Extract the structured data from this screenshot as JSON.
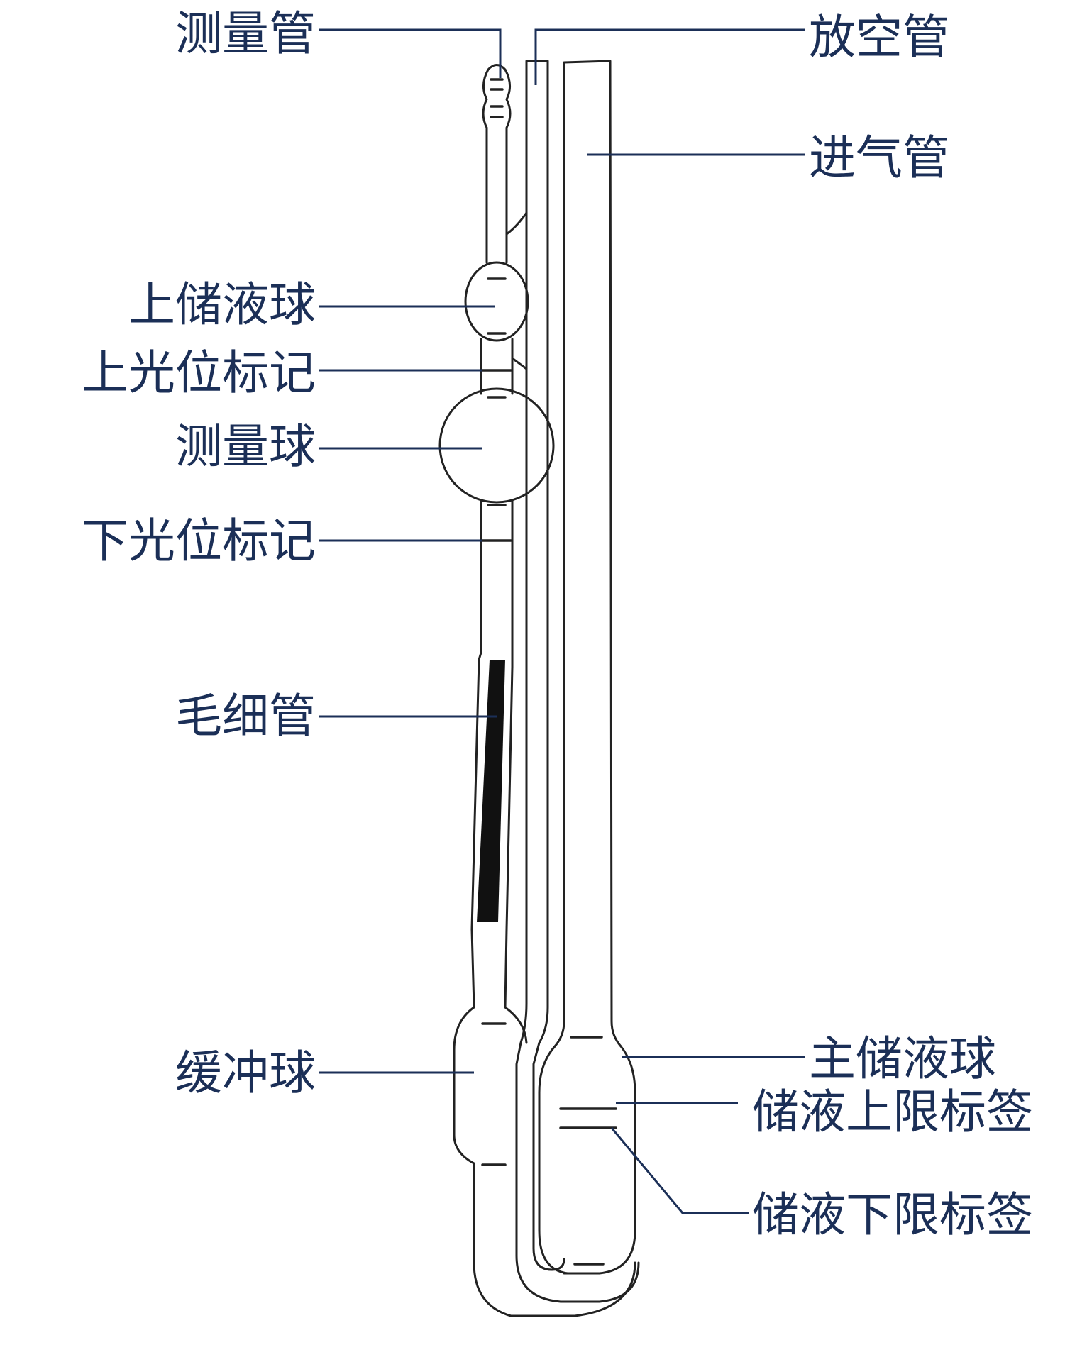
{
  "labels": {
    "measuring_tube": "测量管",
    "vent_tube": "放空管",
    "inlet_tube": "进气管",
    "upper_reservoir_bulb": "上储液球",
    "upper_photo_mark": "上光位标记",
    "measuring_bulb": "测量球",
    "lower_photo_mark": "下光位标记",
    "capillary": "毛细管",
    "buffer_bulb": "缓冲球",
    "main_reservoir_bulb": "主储液球",
    "fill_upper_limit_mark": "储液上限标签",
    "fill_lower_limit_mark": "储液下限标签"
  },
  "colors": {
    "label_text": "#1b2f57",
    "leader_line": "#1b2f57",
    "glass_outline": "#222222",
    "capillary_fill": "#111111",
    "background": "#ffffff"
  }
}
